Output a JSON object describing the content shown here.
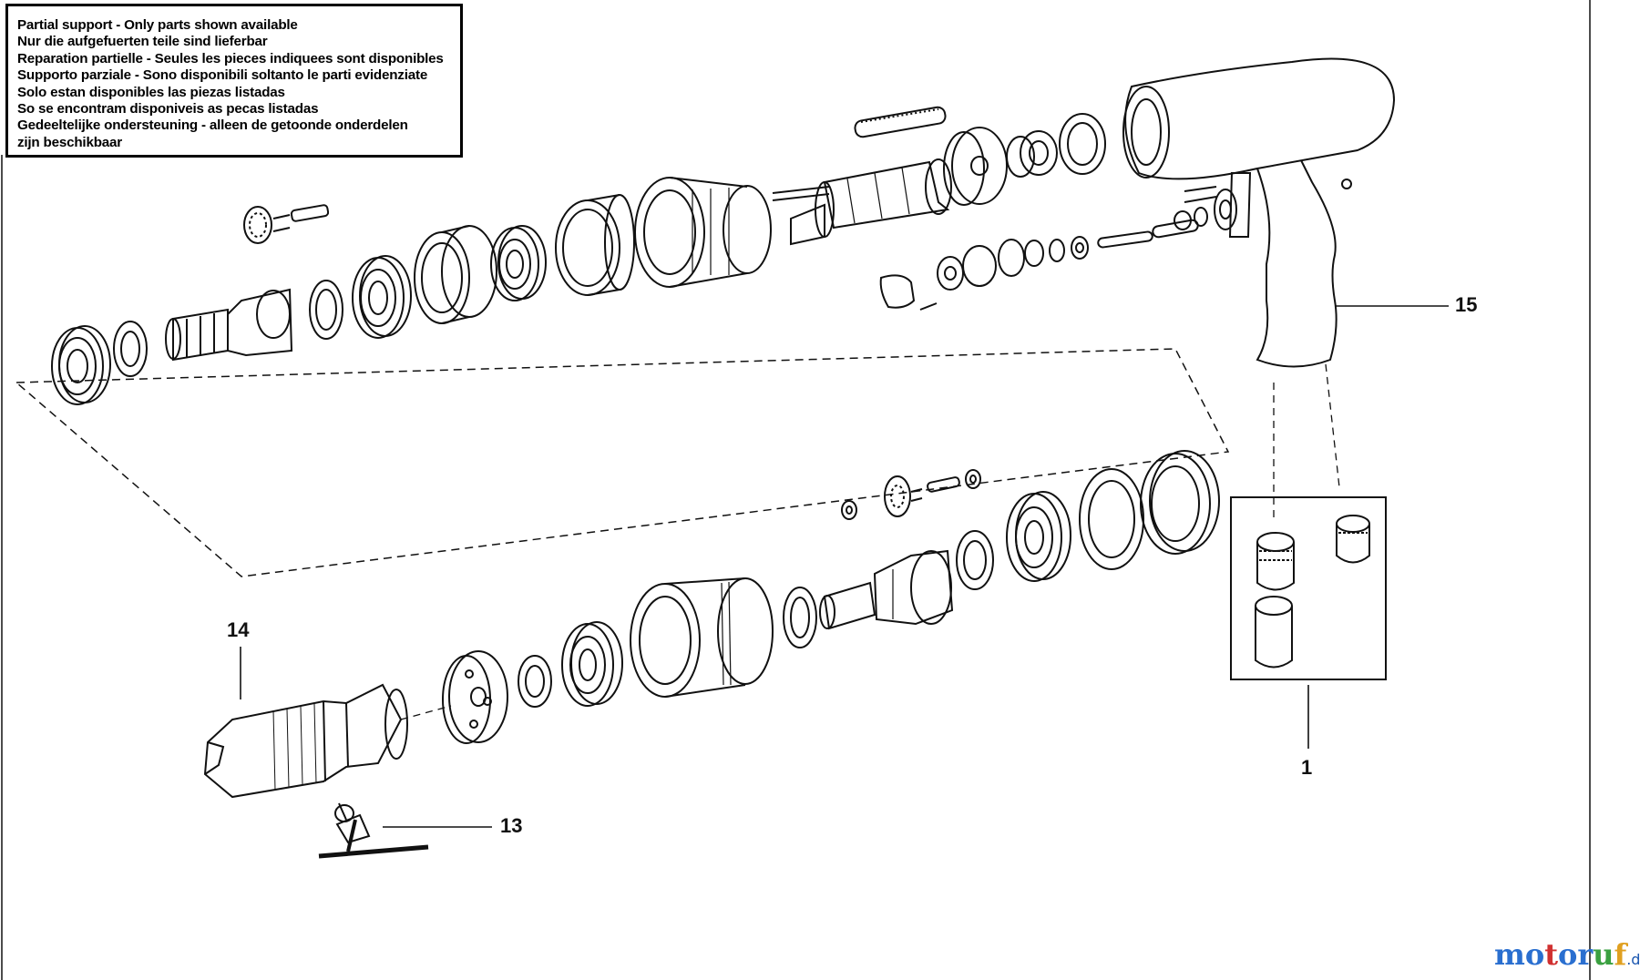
{
  "notice": {
    "lines": [
      "Partial support - Only parts shown available",
      "Nur die aufgefuerten teile sind lieferbar",
      "Reparation partielle - Seules les pieces indiquees sont disponibles",
      "Supporto parziale - Sono disponibili soltanto le parti evidenziate",
      "Solo estan disponibles las piezas listadas",
      "So se encontram disponiveis as pecas listadas",
      "Gedeeltelijke ondersteuning - alleen de getoonde onderdelen",
      "zijn beschikbaar"
    ]
  },
  "callouts": {
    "c15": "15",
    "c14": "14",
    "c13": "13",
    "c1": "1"
  },
  "watermark": {
    "brand": "motoruf",
    "tld": ".de",
    "colors": [
      "#2a6fd0",
      "#d03030",
      "#3aa040",
      "#e0a020"
    ]
  },
  "colors": {
    "ink": "#111111",
    "paper": "#ffffff"
  }
}
